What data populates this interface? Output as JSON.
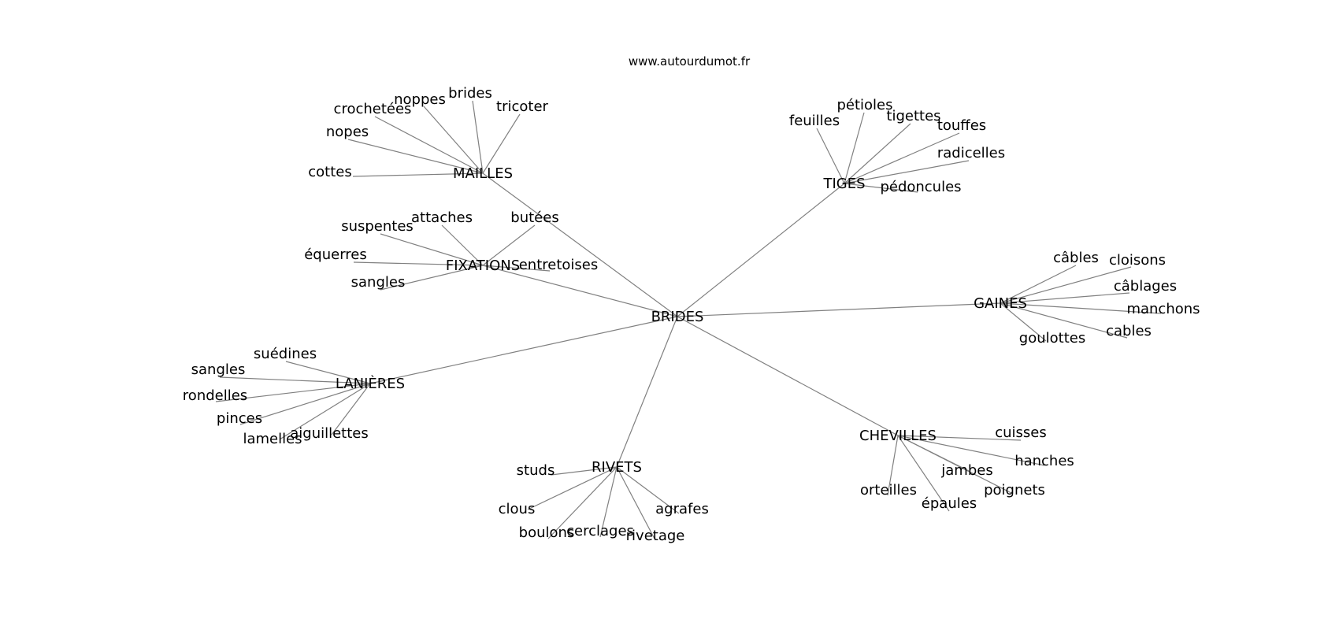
{
  "site": "www.autourdumot.fr",
  "graph": {
    "root": "BRIDES",
    "groups": [
      {
        "label": "MAILLES",
        "words": [
          "crochetées",
          "noppes",
          "brides",
          "tricoter",
          "nopes",
          "cottes"
        ]
      },
      {
        "label": "TIGES",
        "words": [
          "feuilles",
          "pétioles",
          "tigettes",
          "touffes",
          "radicelles",
          "pédoncules"
        ]
      },
      {
        "label": "FIXATIONS",
        "words": [
          "attaches",
          "butées",
          "suspentes",
          "équerres",
          "sangles",
          "entretoises"
        ]
      },
      {
        "label": "GAINES",
        "words": [
          "câbles",
          "cloisons",
          "câblages",
          "manchons",
          "cables",
          "goulottes"
        ]
      },
      {
        "label": "LANIÈRES",
        "words": [
          "suédines",
          "sangles",
          "rondelles",
          "pinces",
          "lamelles",
          "aiguillettes"
        ]
      },
      {
        "label": "CHEVILLES",
        "words": [
          "cuisses",
          "hanches",
          "jambes",
          "poignets",
          "orteilles",
          "épaules"
        ]
      },
      {
        "label": "RIVETS",
        "words": [
          "studs",
          "clous",
          "boulons",
          "cerclages",
          "rivetage",
          "agrafes"
        ]
      }
    ]
  }
}
